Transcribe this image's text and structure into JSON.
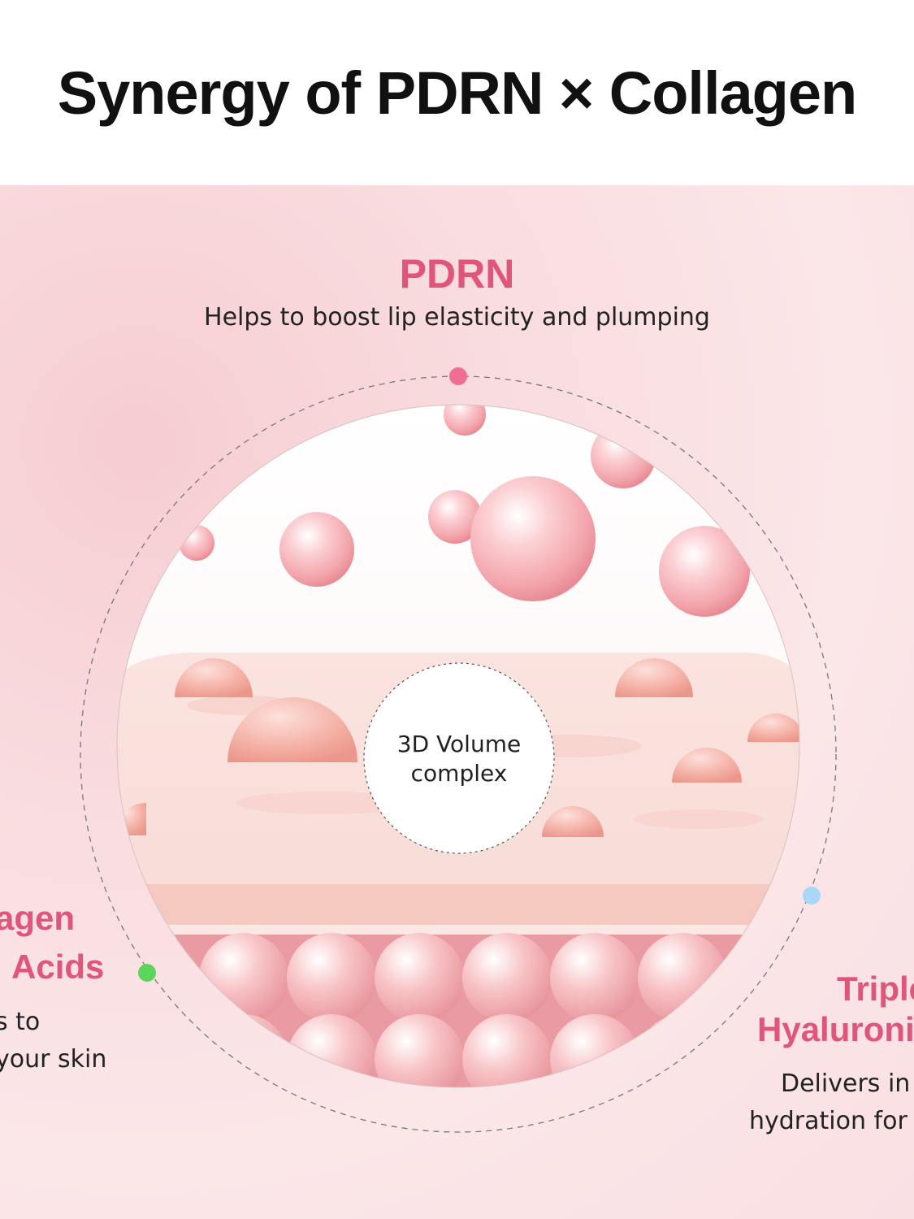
{
  "header": {
    "title": "Synergy of PDRN × Collagen"
  },
  "pdrn": {
    "title": "PDRN",
    "description": "Helps to boost lip elasticity and plumping"
  },
  "left_ingredient": {
    "title_line1": "agen",
    "title_line2": "Acids",
    "desc_line1": "s to",
    "desc_line2": "your skin"
  },
  "right_ingredient": {
    "title_line1": "Triple",
    "title_line2": "Hyaluronic",
    "desc_line1": "Delivers in",
    "desc_line2": "hydration for"
  },
  "center": {
    "line1": "3D Volume",
    "line2": "complex"
  },
  "colors": {
    "accent": "#e0557a",
    "dot_pdrn": "#f06e93",
    "dot_left": "#5bd65b",
    "dot_right": "#a8d8f5"
  }
}
